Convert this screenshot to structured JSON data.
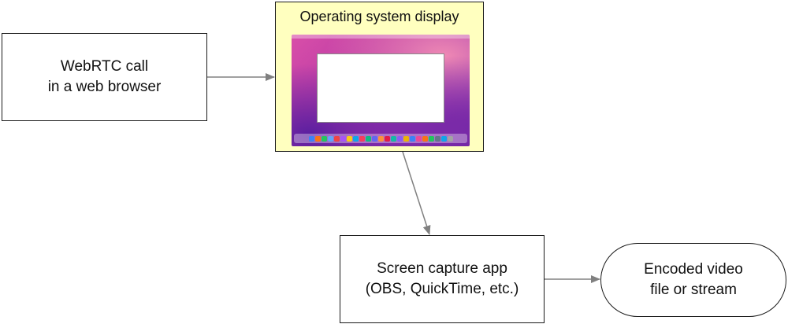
{
  "nodes": {
    "webrtc": {
      "lines": [
        "WebRTC call",
        "in a web browser"
      ]
    },
    "os_display": {
      "title": "Operating system display"
    },
    "capture": {
      "lines": [
        "Screen capture app",
        "(OBS, QuickTime, etc.)"
      ]
    },
    "encoded": {
      "lines": [
        "Encoded video",
        "file or stream"
      ]
    }
  },
  "colors": {
    "os_frame_fill": "#ffffbf",
    "arrow": "#808080",
    "border": "#1a1a1a"
  },
  "desktop_thumbnail": {
    "wallpaper": "macOS Monterey wallpaper",
    "dock_app_colors": [
      "#3b82f6",
      "#f97316",
      "#22c55e",
      "#60a5fa",
      "#ef4444",
      "#a855f7",
      "#facc15",
      "#0ea5e9",
      "#f43f5e",
      "#10b981",
      "#6366f1",
      "#fb923c",
      "#e11d48",
      "#14b8a6",
      "#8b5cf6",
      "#eab308",
      "#3b82f6",
      "#ec4899",
      "#f97316",
      "#22c55e",
      "#64748b",
      "#0ea5e9",
      "#a3a3a3"
    ]
  }
}
